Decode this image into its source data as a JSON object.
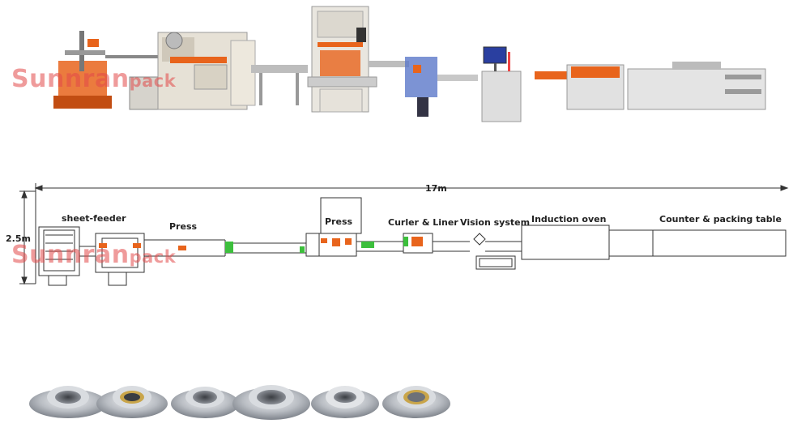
{
  "watermark": {
    "brand": "Sunnran",
    "suffix": "pack"
  },
  "layout": {
    "overall_length": "17m",
    "overall_width": "2.5m",
    "stations": {
      "sheet_feeder": "sheet-feeder",
      "press_1": "Press",
      "press_2": "Press",
      "curler_liner": "Curler & Liner",
      "vision": "Vision system",
      "oven": "Induction oven",
      "packing": "Counter & packing table"
    }
  },
  "colors": {
    "machine_orange": "#e8641c",
    "conveyor_green": "#3cbf3c",
    "outline": "#333333",
    "watermark": "#e24848",
    "metal": "#c9ccd0"
  },
  "products": {
    "count": 6
  }
}
